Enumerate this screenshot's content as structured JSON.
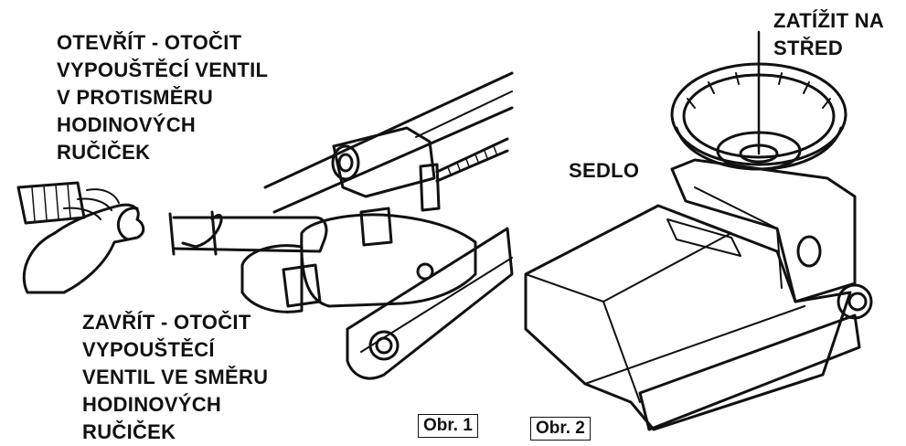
{
  "figure1": {
    "open_instruction": [
      "OTEVŘÍT - OTOČIT",
      "VYPOUŠTĚCÍ VENTIL",
      "V PROTISMĚRU",
      "HODINOVÝCH",
      "RUČIČEK"
    ],
    "close_instruction": [
      "ZAVŘÍT - OTOČIT",
      "VYPOUŠTĚCÍ",
      "VENTIL VE SMĚRU",
      "HODINOVÝCH",
      "RUČIČEK"
    ],
    "caption": "Obr. 1"
  },
  "figure2": {
    "load_instruction": [
      "ZATÍŽIT NA",
      "STŘED"
    ],
    "saddle_label": "SEDLO",
    "caption": "Obr. 2"
  }
}
